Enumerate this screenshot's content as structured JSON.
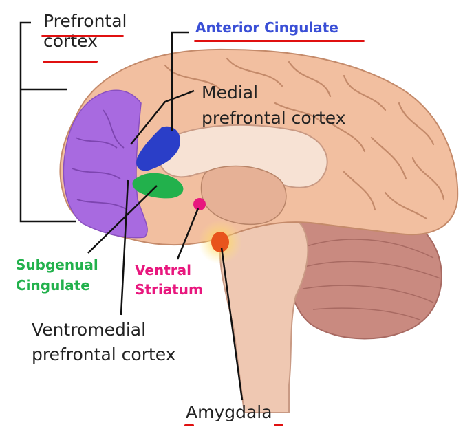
{
  "labels": {
    "prefrontal_cortex": {
      "line1": "Prefrontal",
      "line2": "cortex"
    },
    "anterior_cingulate": "Anterior Cingulate",
    "medial_prefrontal_cortex": {
      "line1": "Medial",
      "line2": "prefrontal cortex"
    },
    "subgenual_cingulate": {
      "line1": "Subgenual",
      "line2": "Cingulate"
    },
    "ventral_striatum": {
      "line1": "Ventral",
      "line2": "Striatum"
    },
    "ventromedial_prefrontal_cortex": {
      "line1": "Ventromedial",
      "line2": "prefrontal cortex"
    },
    "amygdala": "Amygdala"
  },
  "colors": {
    "prefrontal_cortex": "#a86ae0",
    "anterior_cingulate": "#2a3ec8",
    "subgenual_cingulate": "#22b14c",
    "ventral_striatum": "#e8177e",
    "amygdala": "#e8541c",
    "underline": "#e01010",
    "brain_tissue": "#f2bfa0",
    "brainstem": "#efc8b2"
  }
}
